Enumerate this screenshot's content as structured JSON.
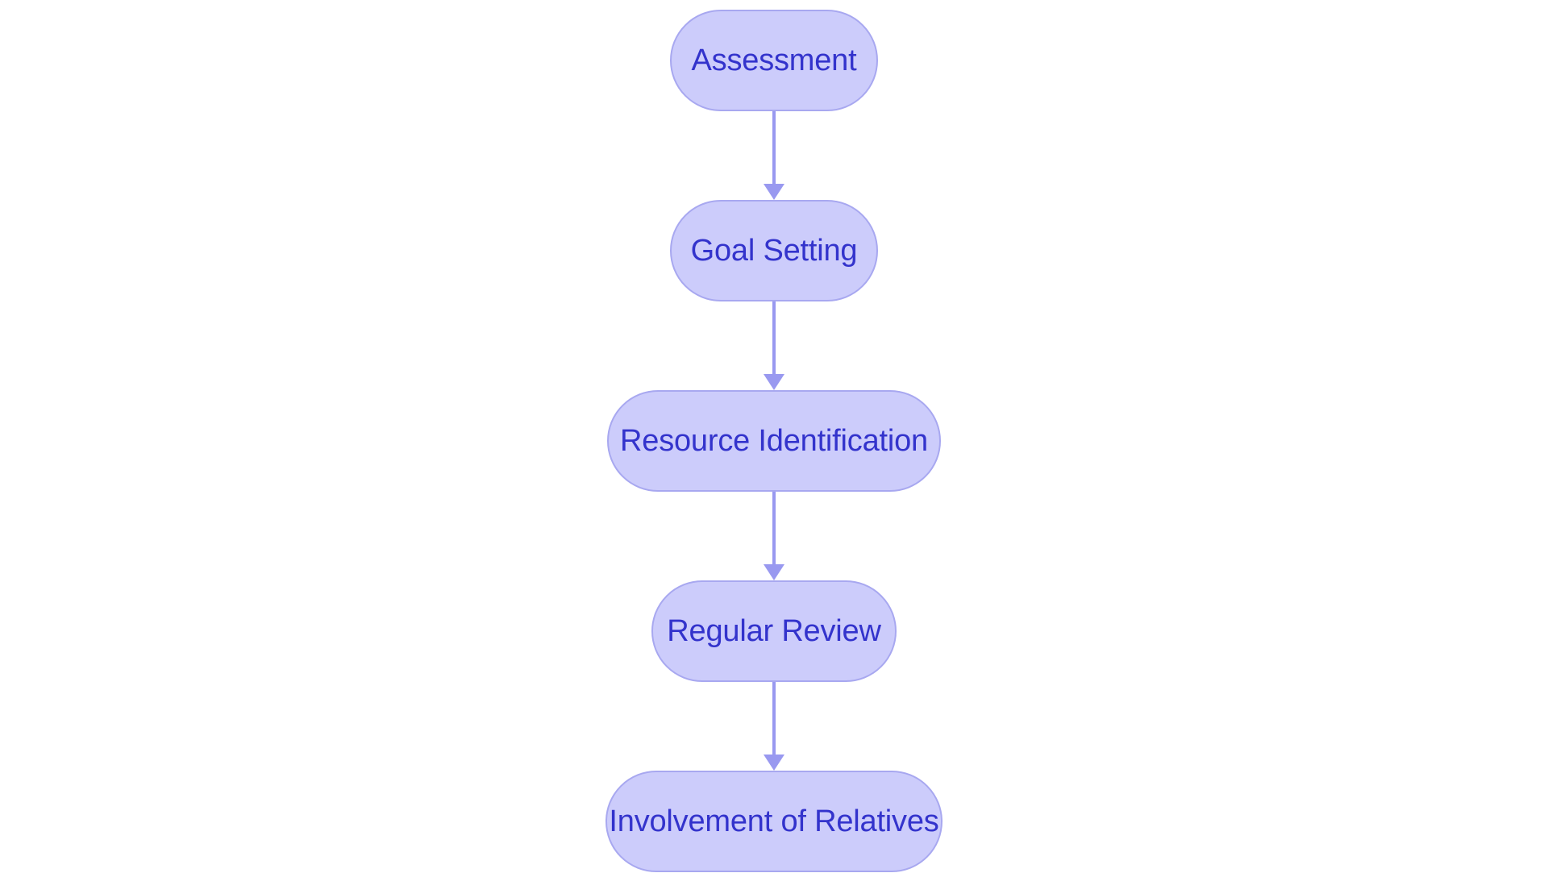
{
  "diagram": {
    "type": "flowchart",
    "orientation": "top-to-bottom",
    "title": "",
    "background_color": "#ffffff",
    "node_style": {
      "shape": "stadium",
      "fill_color": "#ccccfb",
      "border_color": "#a8a8f0",
      "text_color": "#3333cc"
    },
    "connector_style": {
      "color": "#9999f0",
      "arrow": "filled-triangle",
      "line_style": "solid"
    },
    "nodes": [
      {
        "id": "assessment",
        "label": "Assessment"
      },
      {
        "id": "goal-setting",
        "label": "Goal Setting"
      },
      {
        "id": "resource-identification",
        "label": "Resource Identification"
      },
      {
        "id": "regular-review",
        "label": "Regular Review"
      },
      {
        "id": "involvement-of-relatives",
        "label": "Involvement of Relatives"
      }
    ],
    "edges": [
      {
        "from": "assessment",
        "to": "goal-setting",
        "label": ""
      },
      {
        "from": "goal-setting",
        "to": "resource-identification",
        "label": ""
      },
      {
        "from": "resource-identification",
        "to": "regular-review",
        "label": ""
      },
      {
        "from": "regular-review",
        "to": "involvement-of-relatives",
        "label": ""
      }
    ]
  }
}
